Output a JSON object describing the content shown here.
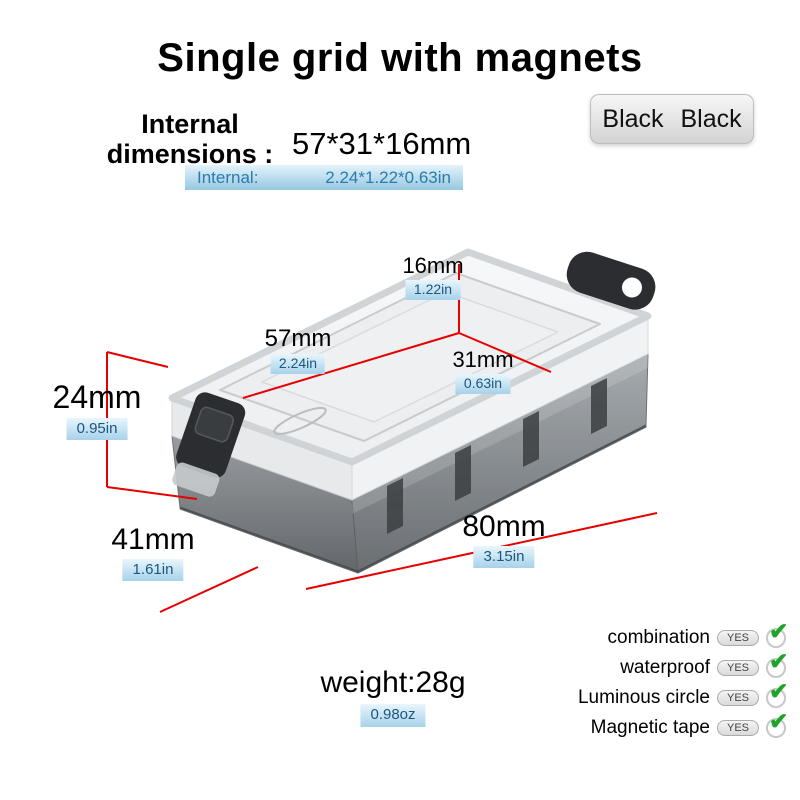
{
  "title": "Single grid with magnets",
  "variant_badge": "Black Black",
  "internal": {
    "label_line1": "Internal",
    "label_line2": "dimensions :",
    "value_mm": "57*31*16mm",
    "strip_label": "Internal:",
    "strip_value": "2.24*1.22*0.63in"
  },
  "dimensions": {
    "inner_height": {
      "mm": "16mm",
      "inch": "1.22in"
    },
    "inner_length": {
      "mm": "57mm",
      "inch": "2.24in"
    },
    "inner_width": {
      "mm": "31mm",
      "inch": "0.63in"
    },
    "outer_height": {
      "mm": "24mm",
      "inch": "0.95in"
    },
    "outer_width": {
      "mm": "41mm",
      "inch": "1.61in"
    },
    "outer_length": {
      "mm": "80mm",
      "inch": "3.15in"
    }
  },
  "weight": {
    "label": "weight:28g",
    "badge": "0.98oz"
  },
  "features": [
    {
      "label": "combination",
      "value": "YES"
    },
    {
      "label": "waterproof",
      "value": "YES"
    },
    {
      "label": "Luminous circle",
      "value": "YES"
    },
    {
      "label": "Magnetic tape",
      "value": "YES"
    }
  ],
  "icons": {
    "check": "✔"
  },
  "colors": {
    "dimension_line": "#e60000",
    "badge_background": "#a6d2ea",
    "badge_text": "#1c5680",
    "check_green": "#1fa32a"
  }
}
